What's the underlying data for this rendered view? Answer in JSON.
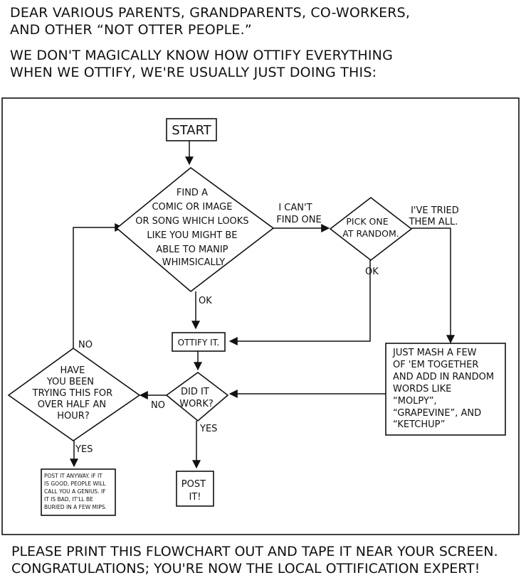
{
  "header": {
    "line1": "DEAR VARIOUS PARENTS, GRANDPARENTS, CO-WORKERS,",
    "line2": "AND OTHER “NOT OTTER PEOPLE.”",
    "line3": "WE DON'T MAGICALLY KNOW HOW OTTIFY EVERYTHING",
    "line4": "WHEN WE OTTIFY, WE'RE USUALLY JUST DOING THIS:"
  },
  "flowchart": {
    "start": "START",
    "find": [
      "FIND A",
      "COMIC OR IMAGE",
      "OR SONG WHICH LOOKS",
      "LIKE YOU MIGHT BE",
      "ABLE TO MANIP",
      "WHIMSICALLY"
    ],
    "cant_find": [
      "I CAN'T",
      "FIND ONE"
    ],
    "pick": [
      "PICK ONE",
      "AT RANDOM."
    ],
    "tried": [
      "I'VE TRIED",
      "THEM ALL."
    ],
    "ok_pick": "OK",
    "ok_find": "OK",
    "ottify": "OTTIFY IT.",
    "mash": [
      "JUST MASH A FEW",
      "OF 'EM TOGETHER",
      "AND ADD IN RANDOM",
      "WORDS LIKE",
      "“MOLPY”,",
      "“GRAPEVINE”, AND",
      "“KETCHUP”"
    ],
    "work": [
      "DID IT",
      "WORK?"
    ],
    "no_work": "NO",
    "yes_work": "YES",
    "post": [
      "POST",
      "IT!"
    ],
    "half": [
      "HAVE",
      "YOU BEEN",
      "TRYING THIS FOR",
      "OVER HALF AN",
      "HOUR?"
    ],
    "no_half": "NO",
    "yes_half": "YES",
    "anyway": [
      "POST IT ANYWAY. IF IT",
      "IS GOOD, PEOPLE WILL",
      "CALL YOU A GENIUS. IF",
      "IT IS BAD, IT'LL BE",
      "BURIED IN A FEW MIPS."
    ]
  },
  "footer": {
    "line1": "PLEASE PRINT THIS FLOWCHART OUT AND TAPE IT NEAR YOUR SCREEN.",
    "line2": "CONGRATULATIONS; YOU'RE NOW THE LOCAL OTTIFICATION EXPERT!"
  }
}
